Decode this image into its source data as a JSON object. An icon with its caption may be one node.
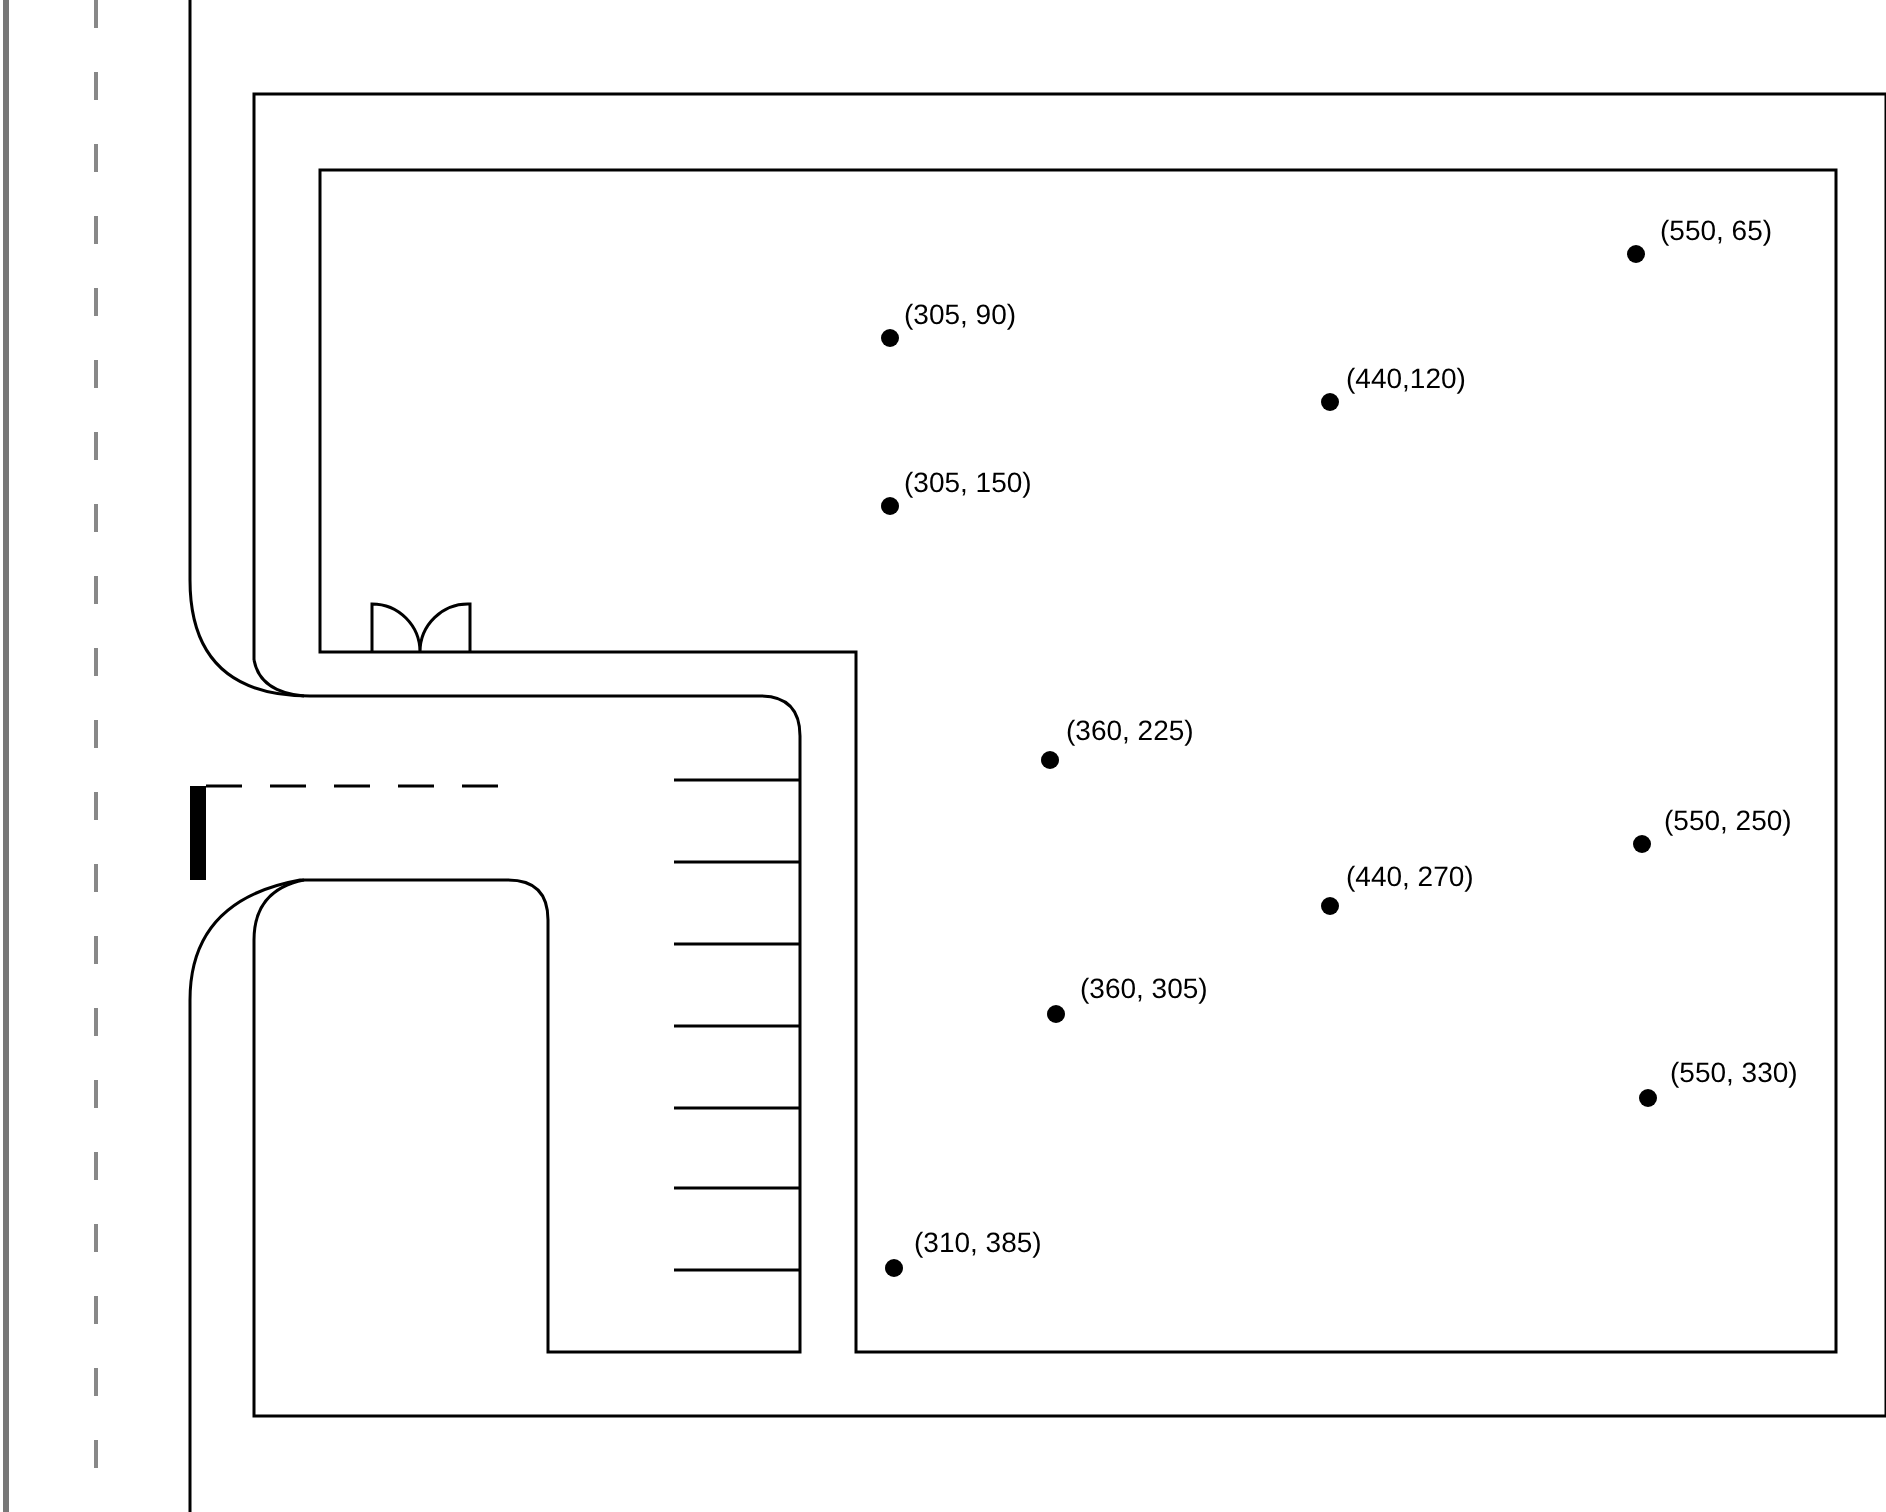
{
  "diagram": {
    "labels": [
      "(550, 65)",
      "(305, 90)",
      "(440,120)",
      "(305, 150)",
      "(360, 225)",
      "(550, 250)",
      "(440, 270)",
      "(360, 305)",
      "(550, 330)",
      "(310, 385)"
    ]
  }
}
